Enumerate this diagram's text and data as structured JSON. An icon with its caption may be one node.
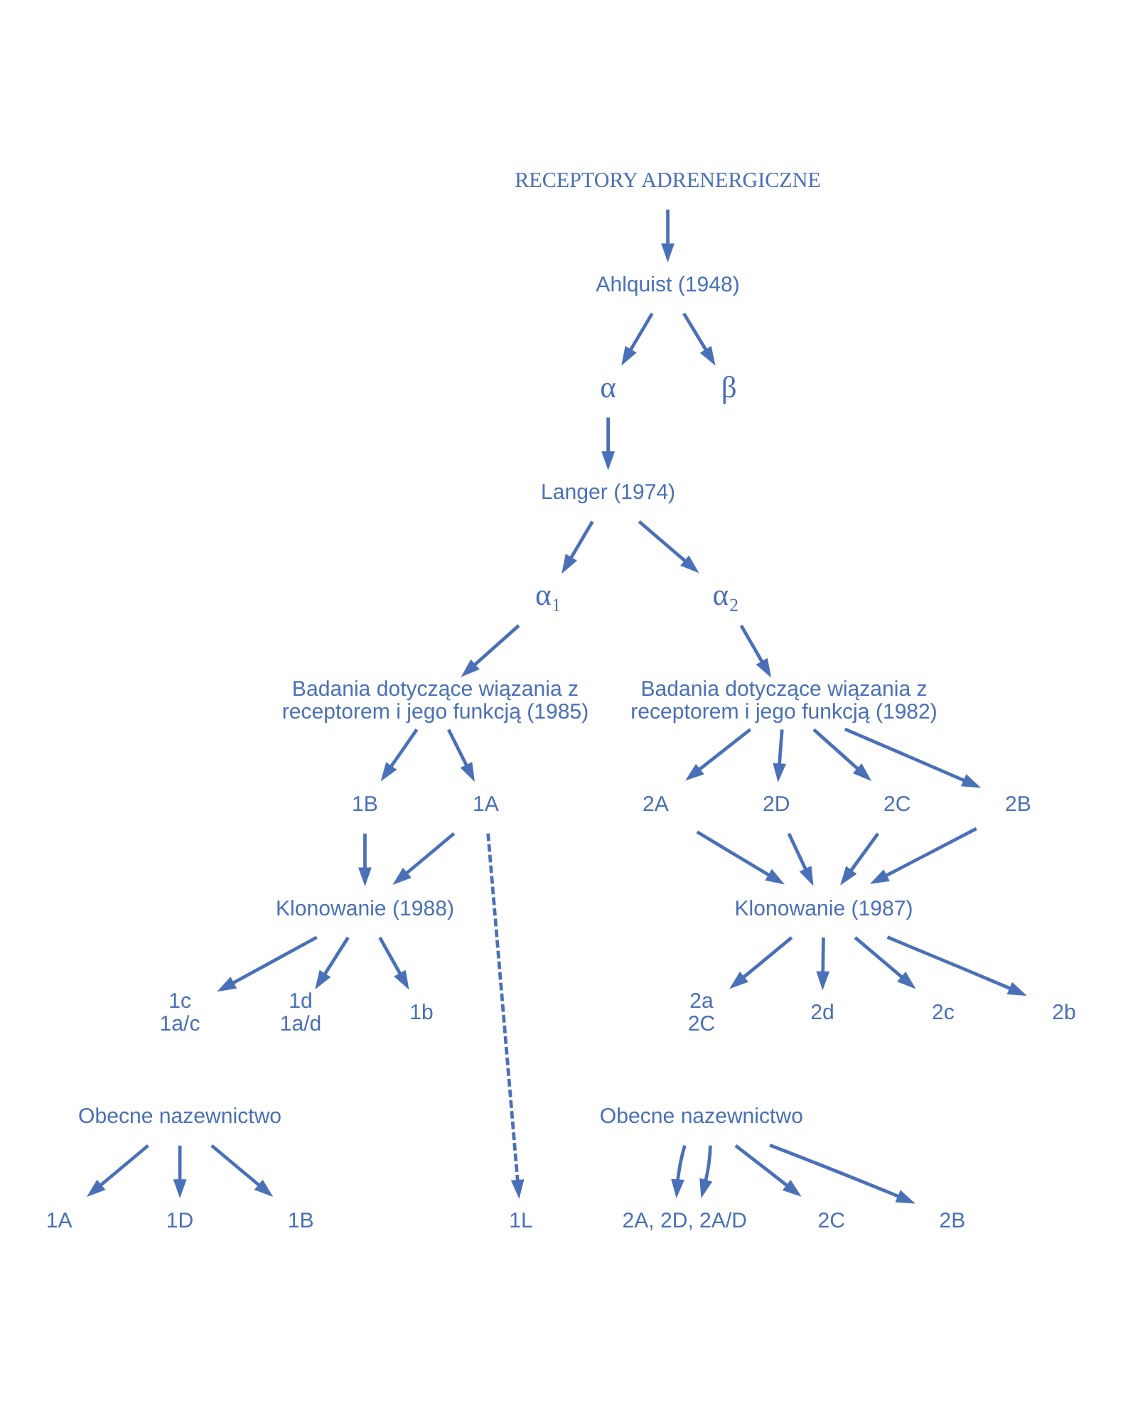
{
  "diagram": {
    "nodes": [
      {
        "text": [
          "RECEPTORY ADRENERGICZNE"
        ]
      },
      {
        "text": [
          "Ahlquist (1948)"
        ]
      },
      {
        "text": [
          "α"
        ]
      },
      {
        "text": [
          "β"
        ]
      },
      {
        "text": [
          "Langer (1974)"
        ]
      },
      {
        "text": [
          "α₁"
        ]
      },
      {
        "text": [
          "α₂"
        ]
      },
      {
        "text": [
          "Badania dotyczące wiązania z receptorem i jego funkcją (1985)"
        ]
      },
      {
        "text": [
          "Badania dotyczące wiązania z receptorem i jego funkcją (1982)"
        ]
      },
      {
        "text": [
          "1A"
        ]
      },
      {
        "text": [
          "1B"
        ]
      },
      {
        "text": [
          "2A"
        ]
      },
      {
        "text": [
          "2D"
        ]
      },
      {
        "text": [
          "2C"
        ]
      },
      {
        "text": [
          "2B"
        ]
      },
      {
        "text": [
          "Klonowanie (1988)"
        ]
      },
      {
        "text": [
          "Klonowanie (1987)"
        ]
      },
      {
        "text": [
          "1c",
          "1a/c"
        ]
      },
      {
        "text": [
          "1d",
          "1a/d"
        ]
      },
      {
        "text": [
          "1b"
        ]
      },
      {
        "text": [
          "2a",
          "2C"
        ]
      },
      {
        "text": [
          "2d"
        ]
      },
      {
        "text": [
          "2c"
        ]
      },
      {
        "text": [
          "2b"
        ]
      },
      {
        "text": [
          "Obecne nazewnictwo"
        ]
      },
      {
        "text": [
          "Obecne nazewnictwo"
        ]
      },
      {
        "text": [
          "1L"
        ]
      },
      {
        "text": [
          "1A"
        ]
      },
      {
        "text": [
          "1D"
        ]
      },
      {
        "text": [
          "1B"
        ]
      },
      {
        "text": [
          "2A, 2D, 2A/D"
        ]
      },
      {
        "text": [
          "2C"
        ]
      },
      {
        "text": [
          "2B"
        ]
      }
    ],
    "edges": [
      {
        "from": 0,
        "to": 1,
        "arrow": "to"
      },
      {
        "from": 1,
        "to": 2,
        "arrow": "to"
      },
      {
        "from": 1,
        "to": 3,
        "arrow": "to"
      },
      {
        "from": 2,
        "to": 4,
        "arrow": "to"
      },
      {
        "from": 4,
        "to": 5,
        "arrow": "to"
      },
      {
        "from": 4,
        "to": 6,
        "arrow": "to"
      },
      {
        "from": 5,
        "to": 7,
        "arrow": "to"
      },
      {
        "from": 6,
        "to": 8,
        "arrow": "to"
      },
      {
        "from": 7,
        "to": 9,
        "arrow": "to"
      },
      {
        "from": 7,
        "to": 10,
        "arrow": "to"
      },
      {
        "from": 8,
        "to": 11,
        "arrow": "to"
      },
      {
        "from": 8,
        "to": 12,
        "arrow": "to"
      },
      {
        "from": 8,
        "to": 13,
        "arrow": "to"
      },
      {
        "from": 8,
        "to": 14,
        "arrow": "to"
      },
      {
        "from": 9,
        "to": 15,
        "arrow": "to"
      },
      {
        "from": 10,
        "to": 15,
        "arrow": "to"
      },
      {
        "from": 11,
        "to": 16,
        "arrow": "to"
      },
      {
        "from": 12,
        "to": 16,
        "arrow": "to"
      },
      {
        "from": 13,
        "to": 16,
        "arrow": "to"
      },
      {
        "from": 14,
        "to": 16,
        "arrow": "to"
      },
      {
        "from": 15,
        "to": 17,
        "arrow": "to"
      },
      {
        "from": 15,
        "to": 18,
        "arrow": "to"
      },
      {
        "from": 15,
        "to": 19,
        "arrow": "to"
      },
      {
        "from": 16,
        "to": 20,
        "arrow": "to"
      },
      {
        "from": 16,
        "to": 21,
        "arrow": "to"
      },
      {
        "from": 16,
        "to": 22,
        "arrow": "to"
      },
      {
        "from": 16,
        "to": 23,
        "arrow": "to"
      },
      {
        "from": 9,
        "to": 26,
        "arrow": "to",
        "style": "dashed"
      },
      {
        "from": 24,
        "to": 27,
        "arrow": "to"
      },
      {
        "from": 24,
        "to": 28,
        "arrow": "to"
      },
      {
        "from": 24,
        "to": 29,
        "arrow": "to"
      },
      {
        "from": 25,
        "to": 30,
        "arrow": "to"
      },
      {
        "from": 25,
        "to": 30,
        "arrow": "to"
      },
      {
        "from": 25,
        "to": 31,
        "arrow": "to"
      },
      {
        "from": 25,
        "to": 32,
        "arrow": "to"
      }
    ]
  }
}
